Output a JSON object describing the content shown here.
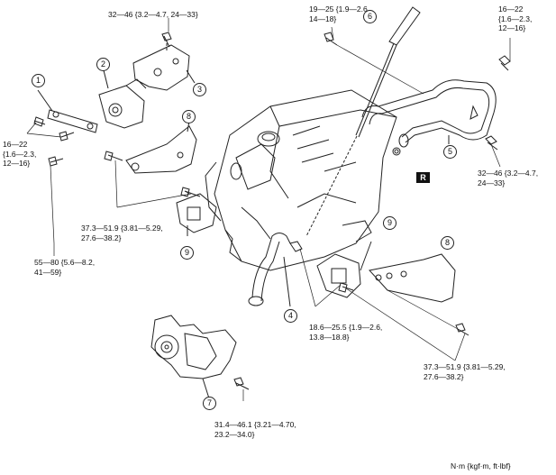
{
  "torque_specs": {
    "t1": "32—46 {3.2—4.7, 24—33}",
    "t2": "19—25 {1.9—2.6,\n14—18}",
    "t3": "16—22\n{1.6—2.3,\n12—16}",
    "t4": "16—22\n{1.6—2.3,\n12—16}",
    "t5": "32—46 {3.2—4.7,\n24—33}",
    "t6": "37.3—51.9 {3.81—5.29,\n27.6—38.2}",
    "t7": "55—80 {5.6—8.2,\n41—59}",
    "t8": "18.6—25.5 {1.9—2.6,\n13.8—18.8}",
    "t9": "37.3—51.9 {3.81—5.29,\n27.6—38.2}",
    "t10": "31.4—46.1 {3.21—4.70,\n23.2—34.0}"
  },
  "callouts": {
    "c1": "1",
    "c2": "2",
    "c3": "3",
    "c4": "4",
    "c5": "5",
    "c6": "6",
    "c7": "7",
    "c8a": "8",
    "c8b": "8",
    "c9a": "9",
    "c9b": "9"
  },
  "replace_marker": "R",
  "units_note": "N·m {kgf·m, ft·lbf}"
}
